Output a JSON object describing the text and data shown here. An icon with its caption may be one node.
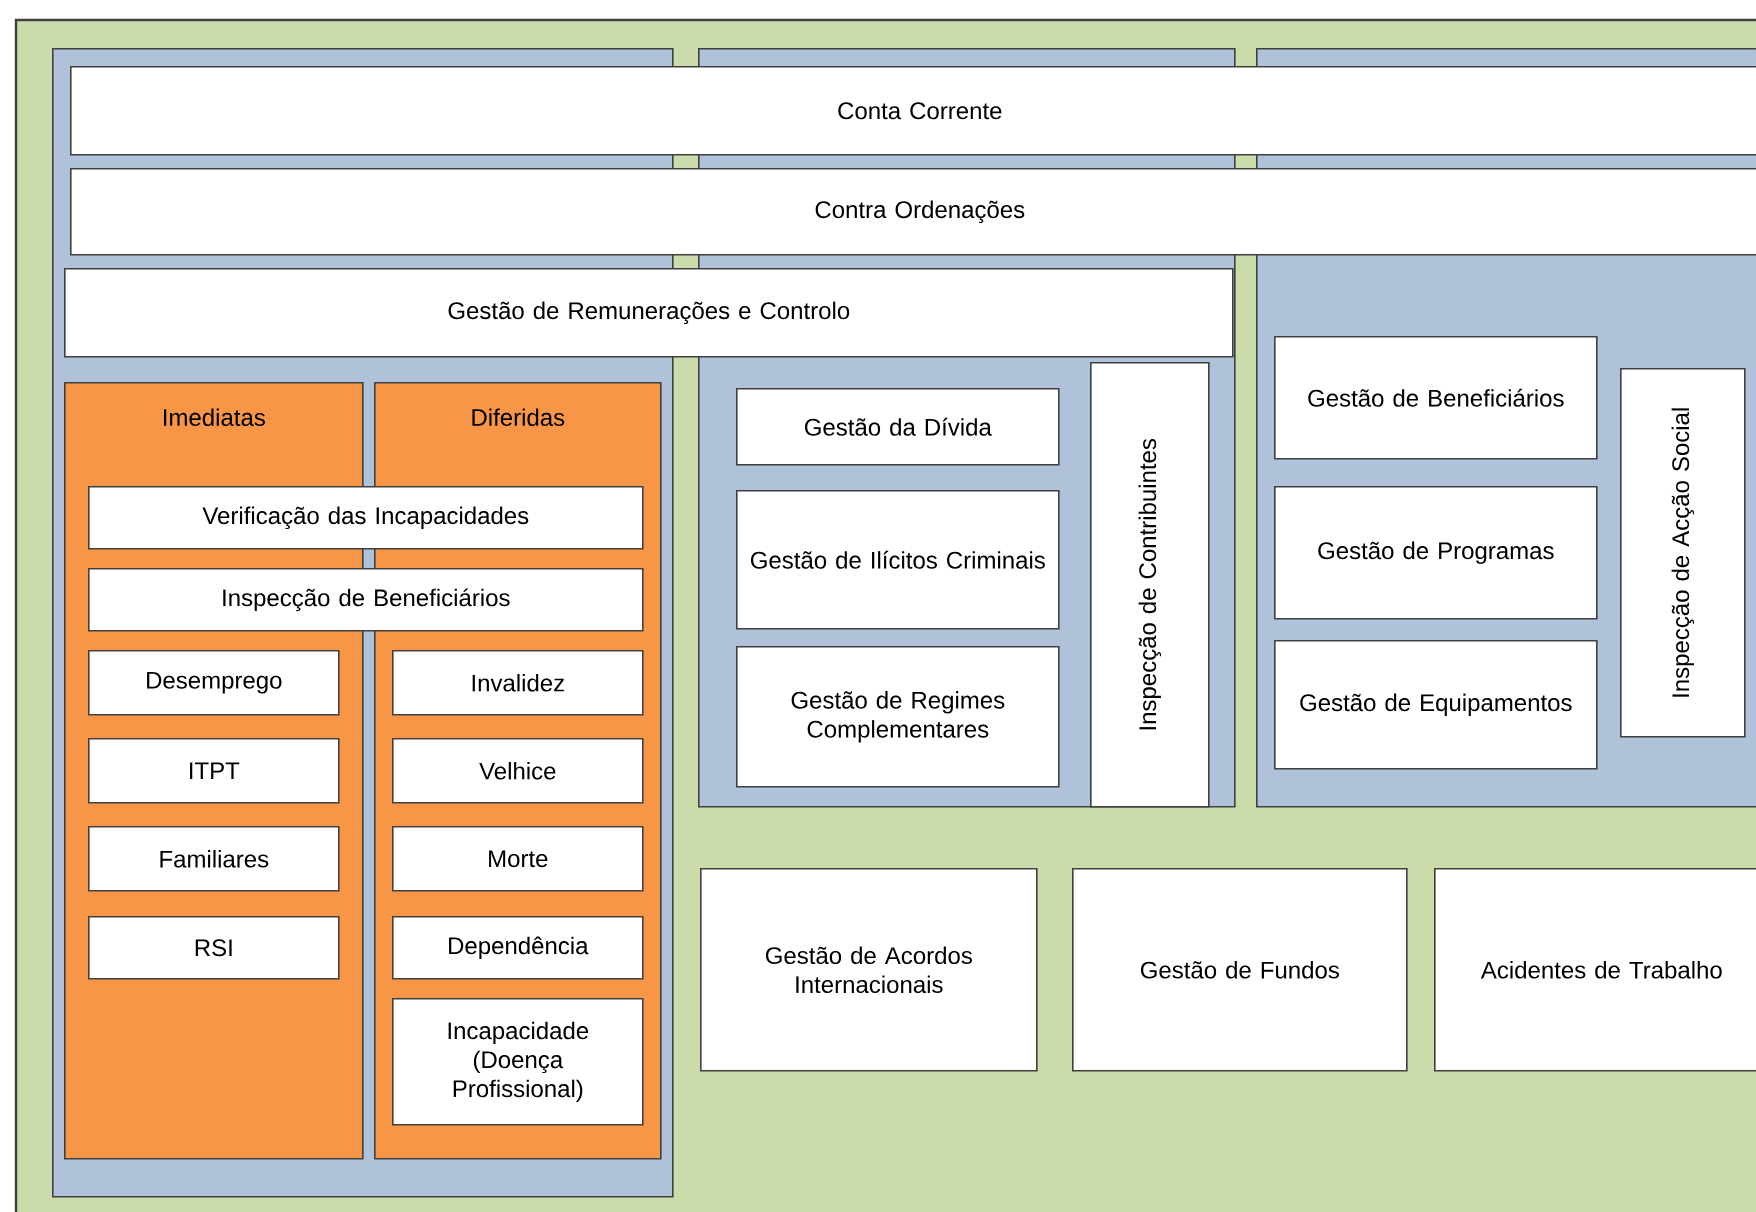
{
  "diagram": {
    "nodes": [
      {
        "text": [],
        "shape": "box"
      },
      {
        "text": [],
        "shape": "box"
      },
      {
        "text": [],
        "shape": "box"
      },
      {
        "text": [
          "Conta Corrente"
        ]
      },
      {
        "text": [
          "Contra Ordenações"
        ]
      },
      {
        "text": [
          "Gestão de Remunerações e Controlo"
        ]
      },
      {
        "text": [
          "Imediatas"
        ],
        "in": 0
      },
      {
        "text": [
          "Diferidas"
        ],
        "in": 0
      },
      {
        "text": [
          "Verificação das Incapacidades"
        ],
        "in": 0
      },
      {
        "text": [
          "Inspecção de Beneficiários"
        ],
        "in": 0
      },
      {
        "text": [
          "Desemprego"
        ],
        "in": 6
      },
      {
        "text": [
          "Invalidez"
        ],
        "in": 7
      },
      {
        "text": [
          "ITPT"
        ],
        "in": 6
      },
      {
        "text": [
          "Velhice"
        ],
        "in": 7
      },
      {
        "text": [
          "Familiares"
        ],
        "in": 6
      },
      {
        "text": [
          "Morte"
        ],
        "in": 7
      },
      {
        "text": [
          "RSI"
        ],
        "in": 6
      },
      {
        "text": [
          "Dependência"
        ],
        "in": 7
      },
      {
        "text": [
          "Incapacidade (Doença Profissional)"
        ],
        "in": 7
      },
      {
        "text": [
          "Gestão da Dívida"
        ],
        "in": 1
      },
      {
        "text": [
          "Gestão de Ilícitos Criminais"
        ],
        "in": 1
      },
      {
        "text": [
          "Gestão de Regimes Complementares"
        ],
        "in": 1
      },
      {
        "text": [
          "Inspecção de Contribuintes"
        ],
        "in": 1
      },
      {
        "text": [
          "Gestão de Beneficiários"
        ],
        "in": 2
      },
      {
        "text": [
          "Gestão de Programas"
        ],
        "in": 2
      },
      {
        "text": [
          "Gestão de Equipamentos"
        ],
        "in": 2
      },
      {
        "text": [
          "Inspecção de Acção Social"
        ],
        "in": 2
      },
      {
        "text": [
          "Gestão de Acordos Internacionais"
        ]
      },
      {
        "text": [
          "Gestão de Fundos"
        ]
      },
      {
        "text": [
          "Acidentes de Trabalho"
        ]
      }
    ]
  }
}
